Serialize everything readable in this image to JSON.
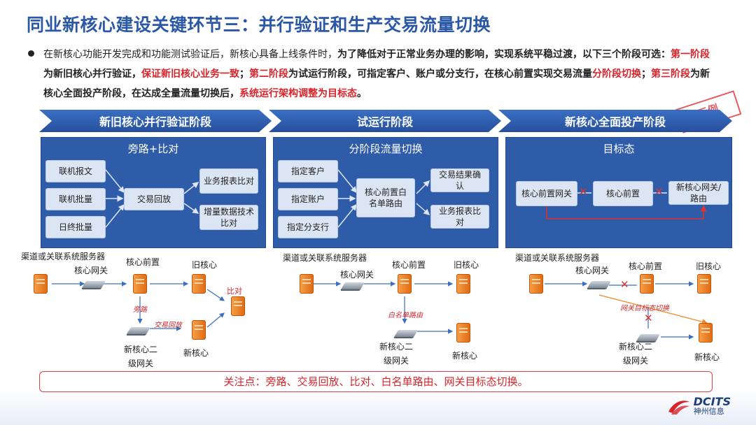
{
  "title": "同业新核心建设关键环节三：并行验证和生产交易流量切换",
  "paragraph": [
    {
      "t": "在新核心功能开发完成和功能测试验证后，新核心具备上线条件时，",
      "s": "n"
    },
    {
      "t": "为了降低对于正常业务办理的影响，实现系统平稳过渡，以下三个阶段可选：",
      "s": "b"
    },
    {
      "t": "第一阶段",
      "s": "r"
    },
    {
      "t": "为新旧核心并行验证，",
      "s": "b"
    },
    {
      "t": "保证新旧核心业务一致",
      "s": "r"
    },
    {
      "t": "；",
      "s": "b"
    },
    {
      "t": "第二阶段",
      "s": "r"
    },
    {
      "t": "为试运行阶段，可指定客户、账户或分支行，在核心前置实现交易流量",
      "s": "b"
    },
    {
      "t": "分阶段切换",
      "s": "r"
    },
    {
      "t": "；",
      "s": "b"
    },
    {
      "t": "第三阶段",
      "s": "r"
    },
    {
      "t": "为新核心全面投产阶段，在达成全量流量切换后，",
      "s": "b"
    },
    {
      "t": "系统运行架构调整为目标态",
      "s": "r"
    },
    {
      "t": "。",
      "s": "b"
    }
  ],
  "stamp": "示例",
  "phases": [
    {
      "header": "新旧核心并行验证阶段",
      "panel_title": "旁路+比对",
      "inputs": [
        "联机报文",
        "联机批量",
        "日终批量"
      ],
      "middle": "交易回放",
      "outputs": [
        "业务报表比对",
        "增量数据技术比对"
      ]
    },
    {
      "header": "试运行阶段",
      "panel_title": "分阶段流量切换",
      "inputs": [
        "指定客户",
        "指定账户",
        "指定分支行"
      ],
      "middle": "核心前置白名单路由",
      "outputs": [
        "交易结果确认",
        "业务报表比对"
      ]
    },
    {
      "header": "新核心全面投产阶段",
      "panel_title": "目标态",
      "nodes": [
        "核心前置网关",
        "核心前置",
        "新核心网关/路由"
      ]
    }
  ],
  "network": {
    "channel": "渠道或关联系统服务器",
    "gateway": "核心网关",
    "front": "核心前置",
    "old_core": "旧核心",
    "new_gateway": "新核心二级网关",
    "new_core": "新核心",
    "compare": "比对",
    "bypass": "旁路",
    "replay": "交易回放",
    "whitelist": "白名单路由",
    "gw_switch": "网关目标态切换"
  },
  "focus": "关注点：旁路、交易回放、比对、白名单路由、网关目标态切换。",
  "logo": {
    "main": "DCITS",
    "sub": "神州信息"
  },
  "colors": {
    "title": "#2b58a6",
    "panel": "#2f5ca8",
    "highlight": "#d8252c"
  }
}
